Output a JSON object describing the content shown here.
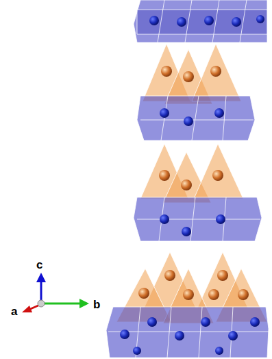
{
  "diagram": {
    "labels": [
      "c",
      "a",
      "b"
    ]
  }
}
